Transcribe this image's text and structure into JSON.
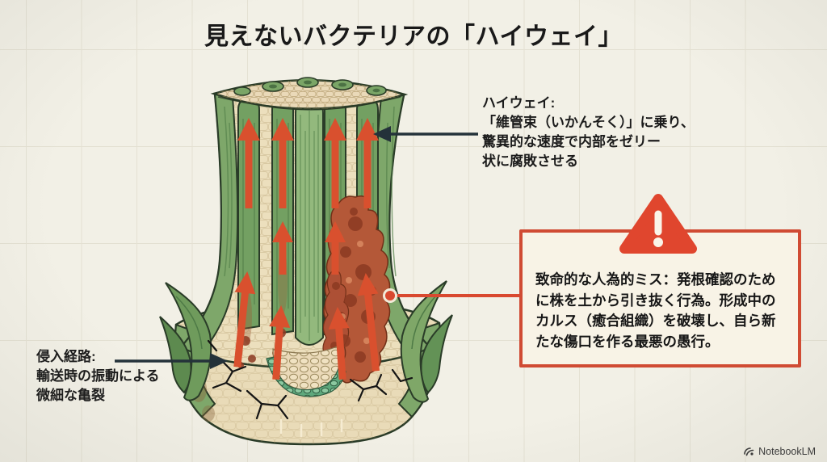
{
  "title": "見えないバクテリアの「ハイウェイ」",
  "annotations": {
    "highway": {
      "heading": "ハイウェイ:",
      "line1": "「維管束（いかんそく）」に乗り、",
      "line2": "驚異的な速度で内部をゼリー",
      "line3": "状に腐敗させる"
    },
    "entry": {
      "heading": "侵入経路:",
      "line1": "輸送時の振動による",
      "line2": "微細な亀裂"
    },
    "warning": {
      "text": "致命的な人為的ミス：発根確認のために株を土から引き抜く行為。形成中のカルス（癒合組織）を破壊し、自ら新たな傷口を作る最悪の愚行。"
    }
  },
  "footer": {
    "brand": "NotebookLM"
  },
  "colors": {
    "background": "#f2f0e6",
    "accent_red": "#d9492f",
    "warning_border": "#d04b33",
    "leader_dark": "#24323a",
    "stem_green": "#73a062",
    "tissue_cream": "#ecdfbd"
  }
}
